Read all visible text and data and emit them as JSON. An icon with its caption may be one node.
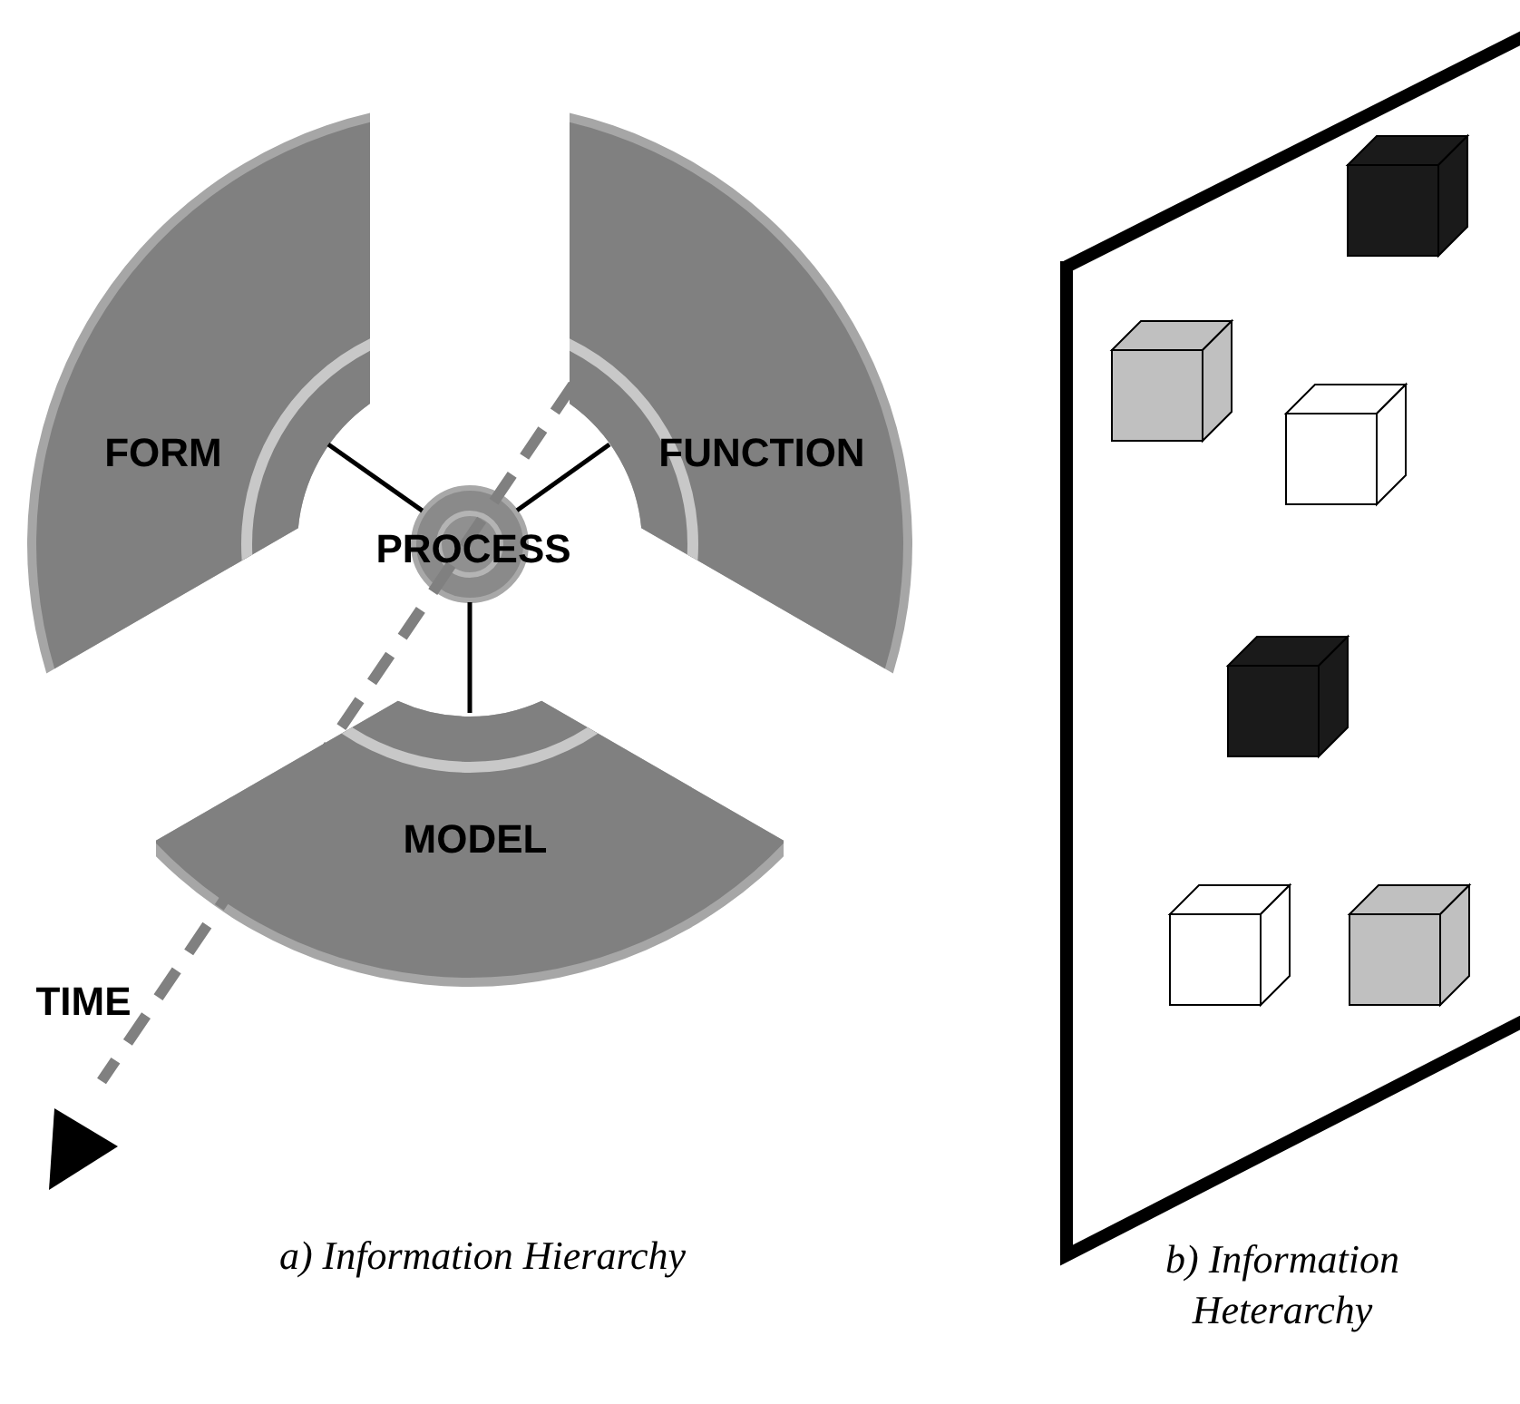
{
  "diagram": {
    "nodes": [
      {
        "text": [
          "FORM"
        ]
      },
      {
        "text": [
          "FUNCTION"
        ]
      },
      {
        "text": [
          "MODEL"
        ]
      },
      {
        "text": [
          "PROCESS"
        ]
      }
    ],
    "edges": [
      {
        "from": 3,
        "to": 0,
        "arrow": "none"
      },
      {
        "from": 3,
        "to": 1,
        "arrow": "none"
      },
      {
        "from": 3,
        "to": 2,
        "arrow": "none"
      }
    ],
    "labels": [
      "TIME",
      "a) Information Hierarchy",
      "b) Information Heterarchy"
    ]
  }
}
